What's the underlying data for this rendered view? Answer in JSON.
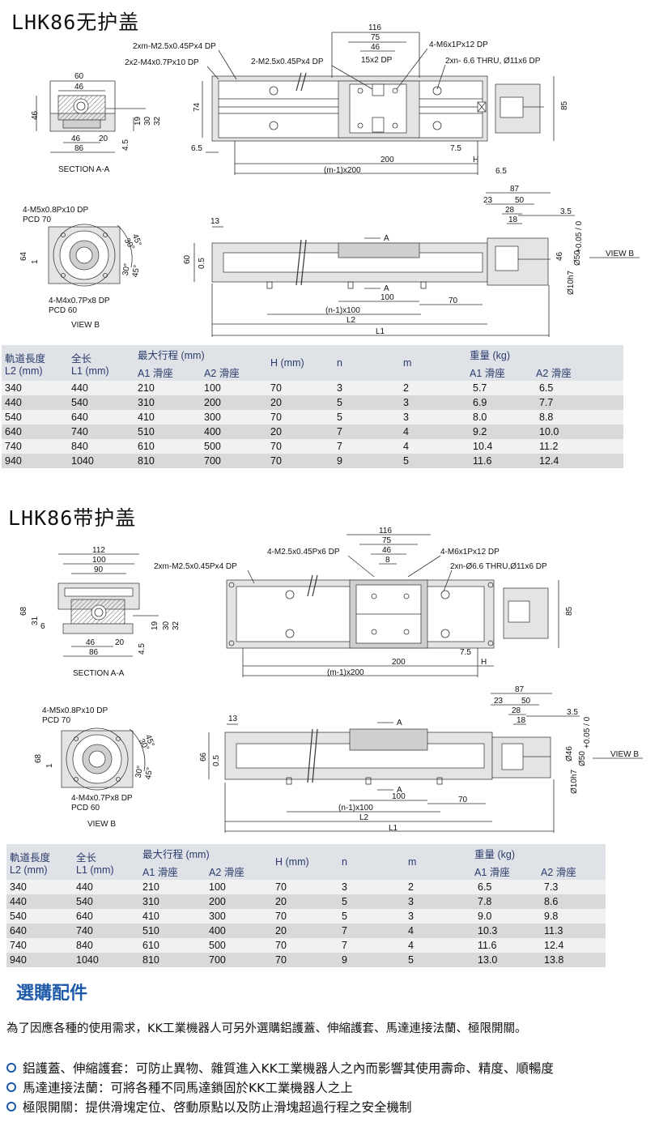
{
  "section1": {
    "title": "LHK86无护盖",
    "section_label": "SECTION A-A",
    "view_label": "VIEW B",
    "view_b_arrow": "VIEW B",
    "notes": {
      "m25": "2xm-M2.5x0.45Px4 DP",
      "m4": "2x2-M4x0.7Px10 DP",
      "m25b": "2-M2.5x0.45Px4 DP",
      "m6": "4-M6x1Px12 DP",
      "thru": "2xn- 6.6 THRU, Ø11x6 DP",
      "m5": "4-M5x0.8Px10 DP",
      "pcd70": "PCD 70",
      "m4b": "4-M4x0.7Px8 DP",
      "pcd60": "PCD 60"
    },
    "dims": {
      "d60": "60",
      "d46": "46",
      "d46l": "46",
      "d20": "20",
      "d86": "86",
      "d19": "19",
      "d30": "30",
      "d32": "32",
      "d45": "4.5",
      "d116": "116",
      "d75": "75",
      "d46t": "46",
      "d15x2": "15x2 DP",
      "d74": "74",
      "d85": "85",
      "d65": "6.5",
      "d75b": "7.5",
      "d200": "200",
      "dm1": "(m-1)x200",
      "dH": "H",
      "d65b": "6.5",
      "d87": "87",
      "d23": "23",
      "d50": "50",
      "d28": "28",
      "d18": "18",
      "d35": "3.5",
      "d13": "13",
      "d60s": "60",
      "d05": "0.5",
      "d64": "64",
      "d1": "1",
      "d100": "100",
      "d70": "70",
      "dn1": "(n-1)x100",
      "dL2": "L2",
      "dL1": "L1",
      "dA": "A",
      "dA2": "A",
      "d46s": "46",
      "d50s": "Ø50",
      "d10": "Ø10h7",
      "tol": "+0.05 / 0",
      "ang45": "45°",
      "ang30": "30°",
      "ang30b": "30°",
      "ang45b": "45°"
    }
  },
  "table_headers": {
    "rail": "軌道長度",
    "rail_unit": "L2 (mm)",
    "total": "全长",
    "total_unit": "L1 (mm)",
    "stroke": "最大行程 (mm)",
    "a1": "A1 滑座",
    "a2": "A2 滑座",
    "h": "H (mm)",
    "n": "n",
    "m": "m",
    "weight": "重量 (kg)",
    "wa1": "A1 滑座",
    "wa2": "A2 滑座"
  },
  "table1": [
    [
      "340",
      "440",
      "210",
      "100",
      "70",
      "3",
      "2",
      "5.7",
      "6.5"
    ],
    [
      "440",
      "540",
      "310",
      "200",
      "20",
      "5",
      "3",
      "6.9",
      "7.7"
    ],
    [
      "540",
      "640",
      "410",
      "300",
      "70",
      "5",
      "3",
      "8.0",
      "8.8"
    ],
    [
      "640",
      "740",
      "510",
      "400",
      "20",
      "7",
      "4",
      "9.2",
      "10.0"
    ],
    [
      "740",
      "840",
      "610",
      "500",
      "70",
      "7",
      "4",
      "10.4",
      "11.2"
    ],
    [
      "940",
      "1040",
      "810",
      "700",
      "70",
      "9",
      "5",
      "11.6",
      "12.4"
    ]
  ],
  "section2": {
    "title": "LHK86带护盖",
    "section_label": "SECTION A-A",
    "view_label": "VIEW B",
    "view_b_arrow": "VIEW B",
    "notes": {
      "m25": "2xm-M2.5x0.45Px4 DP",
      "m25b": "4-M2.5x0.45Px6 DP",
      "m6": "4-M6x1Px12 DP",
      "thru": "2xn-Ø6.6 THRU,Ø11x6 DP",
      "m5": "4-M5x0.8Px10 DP",
      "pcd70": "PCD 70",
      "m4b": "4-M4x0.7Px8 DP",
      "pcd60": "PCD 60"
    },
    "dims": {
      "d112": "112",
      "d100": "100",
      "d90": "90",
      "d68": "68",
      "d31": "31",
      "d6": "6",
      "d46": "46",
      "d20": "20",
      "d86": "86",
      "d19": "19",
      "d30": "30",
      "d32": "32",
      "d45": "4.5",
      "d116": "116",
      "d75": "75",
      "d46t": "46",
      "d8": "8",
      "d85": "85",
      "d75b": "7.5",
      "d200": "200",
      "dm1": "(m-1)x200",
      "dH": "H",
      "d87": "87",
      "d23": "23",
      "d50": "50",
      "d28": "28",
      "d18": "18",
      "d35": "3.5",
      "d13": "13",
      "d66": "66",
      "d05": "0.5",
      "d68b": "68",
      "d1": "1",
      "d100b": "100",
      "d70": "70",
      "dn1": "(n-1)x100",
      "dL2": "L2",
      "dL1": "L1",
      "dA": "A",
      "dA2": "A",
      "d46s": "Ø46",
      "d50s": "Ø50",
      "d10": "Ø10h7",
      "tol": "+0.05 / 0",
      "ang45": "45°",
      "ang30": "30°",
      "ang30b": "30°",
      "ang45b": "45°"
    }
  },
  "table2": [
    [
      "340",
      "440",
      "210",
      "100",
      "70",
      "3",
      "2",
      "6.5",
      "7.3"
    ],
    [
      "440",
      "540",
      "310",
      "200",
      "20",
      "5",
      "3",
      "7.8",
      "8.6"
    ],
    [
      "540",
      "640",
      "410",
      "300",
      "70",
      "5",
      "3",
      "9.0",
      "9.8"
    ],
    [
      "640",
      "740",
      "510",
      "400",
      "20",
      "7",
      "4",
      "10.3",
      "11.3"
    ],
    [
      "740",
      "840",
      "610",
      "500",
      "70",
      "7",
      "4",
      "11.6",
      "12.4"
    ],
    [
      "940",
      "1040",
      "810",
      "700",
      "70",
      "9",
      "5",
      "13.0",
      "13.8"
    ]
  ],
  "accessories": {
    "title": "選購配件",
    "intro": "為了因應各種的使用需求，KK工業機器人可另外選購鋁護蓋、伸縮護套、馬達連接法蘭、極限開關。",
    "bullets": [
      "鋁護蓋、伸縮護套：可防止異物、雜質進入KK工業機器人之內而影響其使用壽命、精度、順暢度",
      "馬達連接法蘭：可將各種不同馬達鎖固於KK工業機器人之上",
      "極限開關：提供滑塊定位、啓動原點以及防止滑塊超過行程之安全機制"
    ]
  }
}
